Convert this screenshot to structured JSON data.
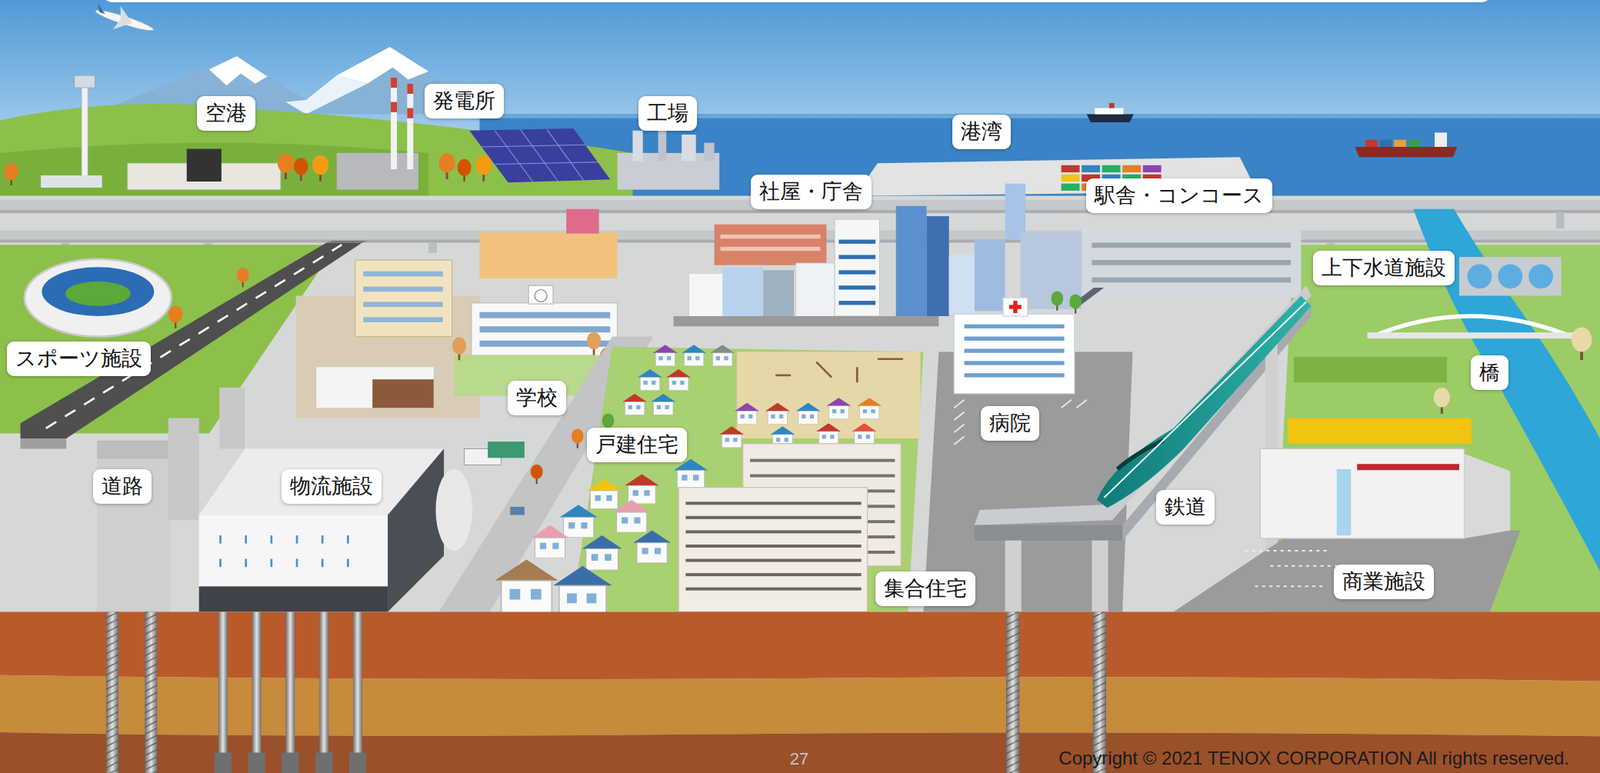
{
  "diagram": {
    "nodes": [
      {
        "text": [
          "空港"
        ]
      },
      {
        "text": [
          "発電所"
        ]
      },
      {
        "text": [
          "工場"
        ]
      },
      {
        "text": [
          "港湾"
        ]
      },
      {
        "text": [
          "社屋・庁舎"
        ]
      },
      {
        "text": [
          "駅舎・コンコース"
        ]
      },
      {
        "text": [
          "上下水道施設"
        ]
      },
      {
        "text": [
          "スポーツ施設"
        ]
      },
      {
        "text": [
          "学校"
        ]
      },
      {
        "text": [
          "橋"
        ]
      },
      {
        "text": [
          "戸建住宅"
        ]
      },
      {
        "text": [
          "病院"
        ]
      },
      {
        "text": [
          "道路"
        ]
      },
      {
        "text": [
          "物流施設"
        ]
      },
      {
        "text": [
          "鉄道"
        ]
      },
      {
        "text": [
          "集合住宅"
        ]
      },
      {
        "text": [
          "商業施設"
        ]
      }
    ],
    "labels": [
      "27",
      "Copyright © 2021 TENOX CORPORATION All rights reserved."
    ]
  }
}
